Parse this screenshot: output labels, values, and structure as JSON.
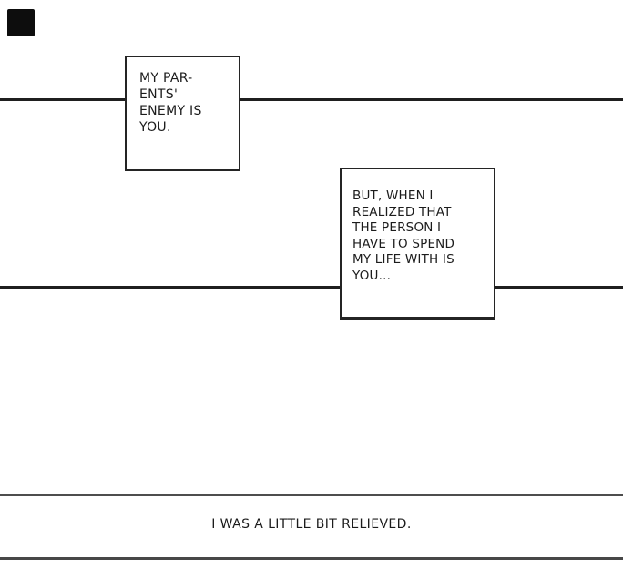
{
  "page": {
    "background_color": "#ffffff",
    "ink_color": "#1c1c1c",
    "panel_line_color": "#1f1f1f",
    "bottom_rule_color": "#4d4d4d"
  },
  "bubbles": [
    {
      "id": "bubble-1",
      "lines": [
        "MY PAR-",
        "ENTS'",
        "ENEMY IS",
        "YOU."
      ]
    },
    {
      "id": "bubble-2",
      "lines": [
        "BUT, WHEN I",
        "REALIZED THAT",
        "THE PERSON I",
        "HAVE TO SPEND",
        "MY LIFE WITH IS",
        "YOU..."
      ]
    }
  ],
  "caption": {
    "text": "I WAS A LITTLE BIT RELIEVED."
  }
}
